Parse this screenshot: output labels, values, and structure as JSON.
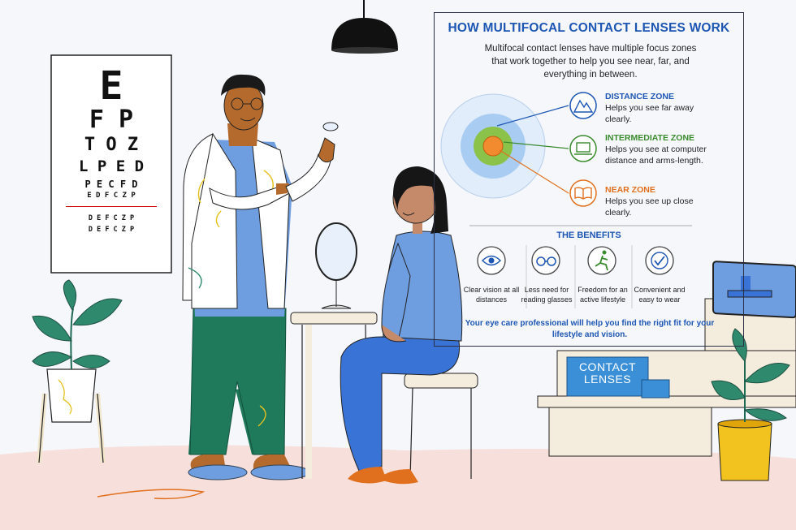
{
  "eye_chart": {
    "rows": [
      "E",
      "F P",
      "T O Z",
      "L P E D",
      "P E C F D",
      "E D F C Z P",
      "D E F C Z P",
      "D E F C Z P"
    ]
  },
  "poster": {
    "title": "HOW MULTIFOCAL CONTACT LENSES WORK",
    "intro": "Multifocal contact lenses have multiple focus zones that work together to help you see near, far, and everything in between.",
    "zones": [
      {
        "title": "DISTANCE ZONE",
        "text": "Helps you see far away clearly.",
        "color": "#1d56b3",
        "icon": "mountain-icon"
      },
      {
        "title": "INTERMEDIATE ZONE",
        "text": "Helps you see at computer distance and arms-length.",
        "color": "#3a8a2e",
        "icon": "laptop-icon"
      },
      {
        "title": "NEAR ZONE",
        "text": "Helps you see up close clearly.",
        "color": "#e0701e",
        "icon": "book-icon"
      }
    ],
    "benefits_title": "THE BENEFITS",
    "benefits": [
      {
        "text": "Clear vision at all distances",
        "icon": "eye-icon"
      },
      {
        "text": "Less need for reading glasses",
        "icon": "glasses-icon"
      },
      {
        "text": "Freedom for an active lifestyle",
        "icon": "runner-icon"
      },
      {
        "text": "Convenient and easy to wear",
        "icon": "checkmark-icon"
      }
    ],
    "footer": "Your eye care professional will help you find the right fit for your lifestyle and vision."
  },
  "box": {
    "label_line1": "CONTACT",
    "label_line2": "LENSES"
  },
  "colors": {
    "accent_blue": "#1d56b3",
    "green": "#3a8a2e",
    "orange": "#e0701e",
    "floor": "#f7dfdb"
  }
}
